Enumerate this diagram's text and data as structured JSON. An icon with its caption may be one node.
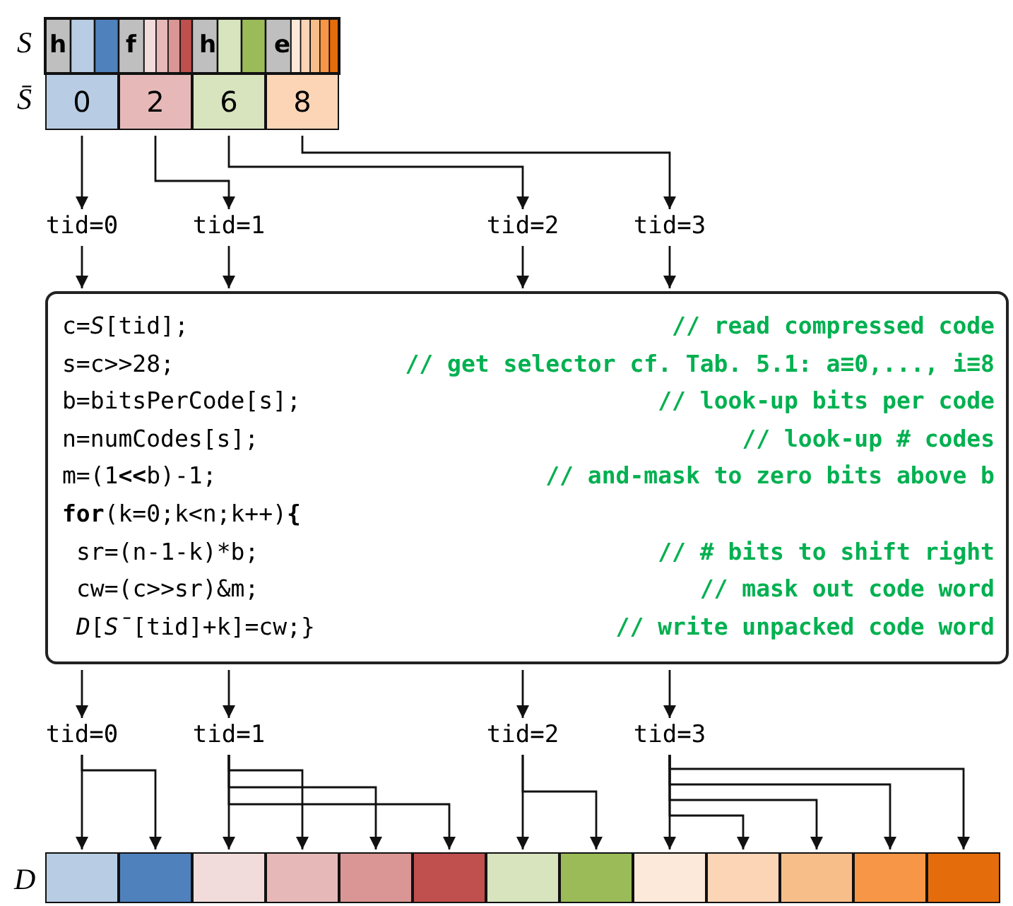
{
  "diagram": {
    "nodes": [
      {
        "text": [
          "0"
        ]
      },
      {
        "text": [
          "2"
        ]
      },
      {
        "text": [
          "6"
        ]
      },
      {
        "text": [
          "8"
        ]
      },
      {
        "text": [
          "tid=0"
        ]
      },
      {
        "text": [
          "tid=1"
        ]
      },
      {
        "text": [
          "tid=2"
        ]
      },
      {
        "text": [
          "tid=3"
        ]
      },
      {
        "text": [
          "c=*S*[tid];",
          "// read compressed code",
          "s=c>>28;",
          "// get selector cf. Tab. **5.1**: a≡0,..., i≡8",
          "b=bitsPerCode[s];",
          "// look-up bits per code",
          "n=numCodes[s];",
          "// look-up # codes",
          "m=(1**<<**b)-1;",
          "// and-mask to zero bits above b",
          "**for**(k=0;k<n;k++)**{**",
          "sr=(n-1-k)*b;",
          "// # bits to shift right",
          "cw=(c>>sr)&m;",
          "// mask out code word",
          "*D*[*S̄*[tid]+k]=cw;}",
          "// write unpacked code word"
        ]
      },
      {
        "text": [
          "tid=0"
        ]
      },
      {
        "text": [
          "tid=1"
        ]
      },
      {
        "text": [
          "tid=2"
        ]
      },
      {
        "text": [
          "tid=3"
        ]
      },
      {
        "text": [],
        "shape": "box"
      },
      {
        "text": [],
        "shape": "box"
      },
      {
        "text": [],
        "shape": "box"
      },
      {
        "text": [],
        "shape": "box"
      },
      {
        "text": [],
        "shape": "box"
      },
      {
        "text": [],
        "shape": "box"
      },
      {
        "text": [],
        "shape": "box"
      },
      {
        "text": [],
        "shape": "box"
      },
      {
        "text": [],
        "shape": "box"
      },
      {
        "text": [],
        "shape": "box"
      },
      {
        "text": [],
        "shape": "box"
      },
      {
        "text": [],
        "shape": "box"
      },
      {
        "text": [],
        "shape": "box"
      }
    ],
    "edges": [
      {
        "from": 0,
        "to": 4,
        "arrow": "to"
      },
      {
        "from": 1,
        "to": 5,
        "arrow": "to"
      },
      {
        "from": 2,
        "to": 6,
        "arrow": "to"
      },
      {
        "from": 3,
        "to": 7,
        "arrow": "to"
      },
      {
        "from": 4,
        "to": 8,
        "arrow": "to"
      },
      {
        "from": 5,
        "to": 8,
        "arrow": "to"
      },
      {
        "from": 6,
        "to": 8,
        "arrow": "to"
      },
      {
        "from": 7,
        "to": 8,
        "arrow": "to"
      },
      {
        "from": 8,
        "to": 9,
        "arrow": "to"
      },
      {
        "from": 8,
        "to": 10,
        "arrow": "to"
      },
      {
        "from": 8,
        "to": 11,
        "arrow": "to"
      },
      {
        "from": 8,
        "to": 12,
        "arrow": "to"
      },
      {
        "from": 9,
        "to": 13,
        "arrow": "to"
      },
      {
        "from": 9,
        "to": 14,
        "arrow": "to"
      },
      {
        "from": 10,
        "to": 15,
        "arrow": "to"
      },
      {
        "from": 10,
        "to": 16,
        "arrow": "to"
      },
      {
        "from": 10,
        "to": 17,
        "arrow": "to"
      },
      {
        "from": 10,
        "to": 18,
        "arrow": "to"
      },
      {
        "from": 11,
        "to": 19,
        "arrow": "to"
      },
      {
        "from": 11,
        "to": 20,
        "arrow": "to"
      },
      {
        "from": 12,
        "to": 21,
        "arrow": "to"
      },
      {
        "from": 12,
        "to": 22,
        "arrow": "to"
      },
      {
        "from": 12,
        "to": 23,
        "arrow": "to"
      },
      {
        "from": 12,
        "to": 24,
        "arrow": "to"
      },
      {
        "from": 12,
        "to": 25,
        "arrow": "to"
      }
    ],
    "labels": [
      "S",
      "h",
      "f",
      "h",
      "e",
      "S̄",
      "D"
    ]
  }
}
